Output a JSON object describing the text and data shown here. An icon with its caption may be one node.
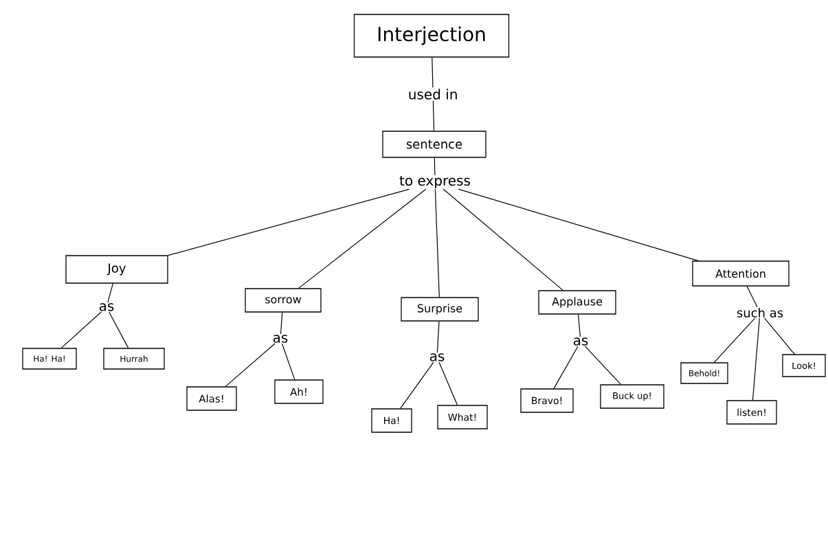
{
  "diagram": {
    "nodes": [
      {
        "text": [
          "Interjection"
        ]
      },
      {
        "text": [
          "sentence"
        ]
      },
      {
        "text": [
          "to express"
        ]
      },
      {
        "text": [
          "Joy"
        ]
      },
      {
        "text": [
          "sorrow"
        ]
      },
      {
        "text": [
          "Surprise"
        ]
      },
      {
        "text": [
          "Applause"
        ]
      },
      {
        "text": [
          "Attention"
        ]
      },
      {
        "text": [
          "as"
        ]
      },
      {
        "text": [
          "Ha! Ha!"
        ]
      },
      {
        "text": [
          "Hurrah"
        ]
      },
      {
        "text": [
          "as"
        ]
      },
      {
        "text": [
          "Alas!"
        ]
      },
      {
        "text": [
          "Ah!"
        ]
      },
      {
        "text": [
          "as"
        ]
      },
      {
        "text": [
          "Ha!"
        ]
      },
      {
        "text": [
          "What!"
        ]
      },
      {
        "text": [
          "as"
        ]
      },
      {
        "text": [
          "Bravo!"
        ]
      },
      {
        "text": [
          "Buck up!"
        ]
      },
      {
        "text": [
          "such as"
        ]
      },
      {
        "text": [
          "Behold!"
        ]
      },
      {
        "text": [
          "listen!"
        ]
      },
      {
        "text": [
          "Look!"
        ]
      }
    ],
    "edges": [
      {
        "from": 0,
        "to": 1,
        "arrow": "none",
        "label": "used in"
      },
      {
        "from": 1,
        "to": 2,
        "arrow": "none"
      },
      {
        "from": 2,
        "to": 3,
        "arrow": "none"
      },
      {
        "from": 2,
        "to": 4,
        "arrow": "none"
      },
      {
        "from": 2,
        "to": 5,
        "arrow": "none"
      },
      {
        "from": 2,
        "to": 6,
        "arrow": "none"
      },
      {
        "from": 2,
        "to": 7,
        "arrow": "none"
      },
      {
        "from": 3,
        "to": 8,
        "arrow": "none"
      },
      {
        "from": 8,
        "to": 9,
        "arrow": "none"
      },
      {
        "from": 8,
        "to": 10,
        "arrow": "none"
      },
      {
        "from": 4,
        "to": 11,
        "arrow": "none"
      },
      {
        "from": 11,
        "to": 12,
        "arrow": "none"
      },
      {
        "from": 11,
        "to": 13,
        "arrow": "none"
      },
      {
        "from": 5,
        "to": 14,
        "arrow": "none"
      },
      {
        "from": 14,
        "to": 15,
        "arrow": "none"
      },
      {
        "from": 14,
        "to": 16,
        "arrow": "none"
      },
      {
        "from": 6,
        "to": 17,
        "arrow": "none"
      },
      {
        "from": 17,
        "to": 18,
        "arrow": "none"
      },
      {
        "from": 17,
        "to": 19,
        "arrow": "none"
      },
      {
        "from": 7,
        "to": 20,
        "arrow": "none"
      },
      {
        "from": 20,
        "to": 21,
        "arrow": "none"
      },
      {
        "from": 20,
        "to": 22,
        "arrow": "none"
      },
      {
        "from": 20,
        "to": 23,
        "arrow": "none"
      }
    ]
  }
}
